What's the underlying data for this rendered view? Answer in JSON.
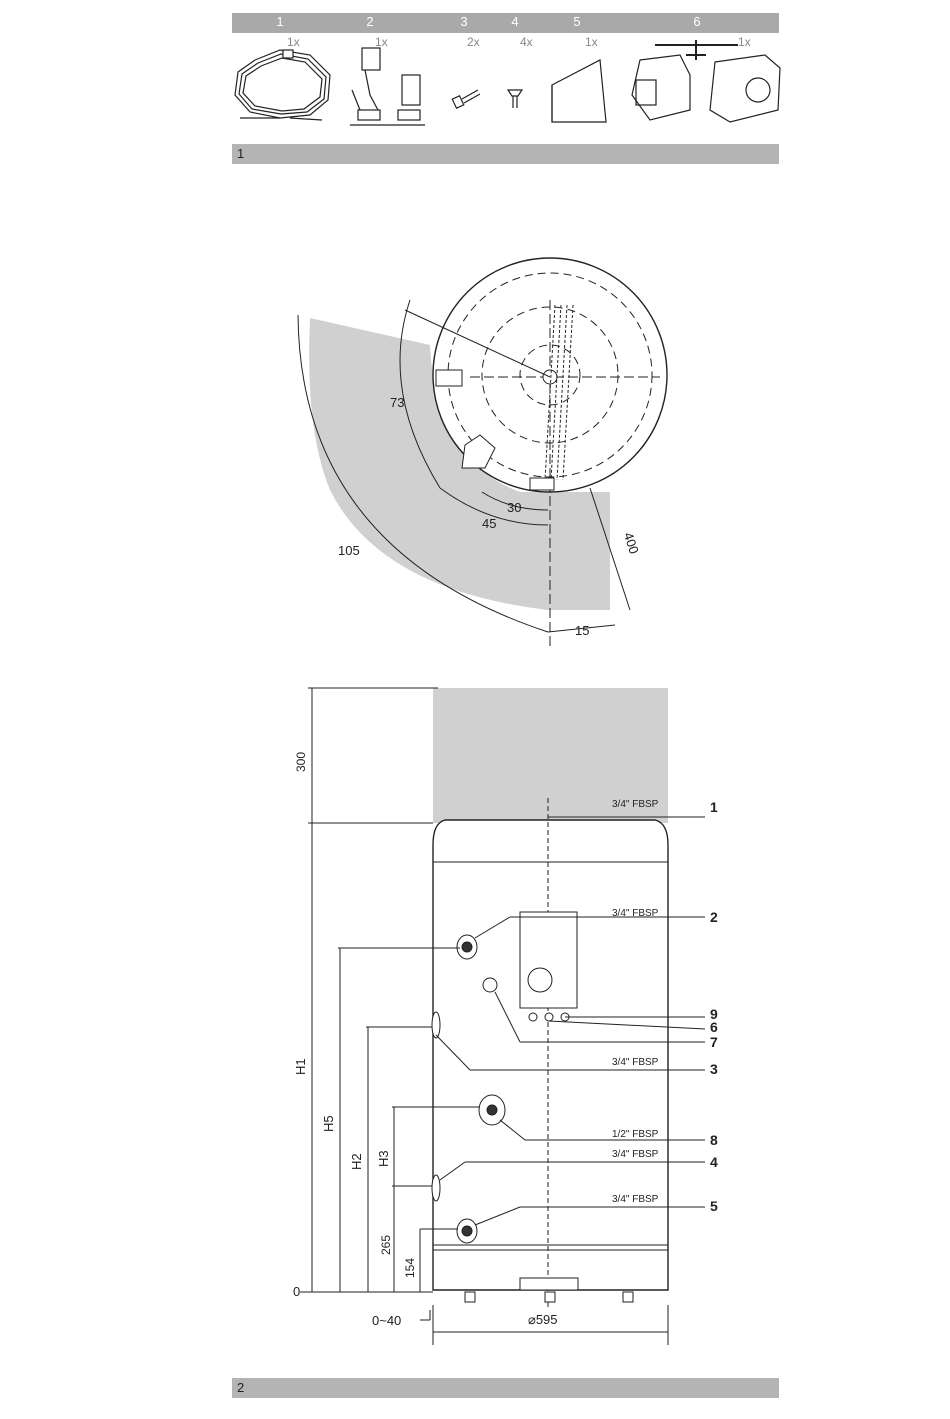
{
  "parts": {
    "numbers": [
      "1",
      "2",
      "3",
      "4",
      "5",
      "6"
    ],
    "quantities": [
      "1x",
      "1x",
      "2x",
      "4x",
      "1x",
      "1x"
    ]
  },
  "figures": {
    "fig1_label": "1",
    "fig2_label": "2"
  },
  "top_view": {
    "dims": [
      "73",
      "30",
      "45",
      "105",
      "400",
      "15"
    ]
  },
  "side_view": {
    "left_dims": [
      "300",
      "H1",
      "H5",
      "H2",
      "H3",
      "265",
      "154",
      "0",
      "0~40"
    ],
    "diameter": "⌀595",
    "connections": [
      {
        "spec": "3/4\" FBSP",
        "num": "1"
      },
      {
        "spec": "3/4\" FBSP",
        "num": "2"
      },
      {
        "spec": "",
        "num": "9"
      },
      {
        "spec": "",
        "num": "6"
      },
      {
        "spec": "",
        "num": "7"
      },
      {
        "spec": "3/4\" FBSP",
        "num": "3"
      },
      {
        "spec": "1/2\" FBSP",
        "num": "8"
      },
      {
        "spec": "3/4\" FBSP",
        "num": "4"
      },
      {
        "spec": "3/4\" FBSP",
        "num": "5"
      }
    ]
  },
  "colors": {
    "bar": "#a9a9a9",
    "clearance": "#d0d0d0",
    "line": "#222222"
  }
}
